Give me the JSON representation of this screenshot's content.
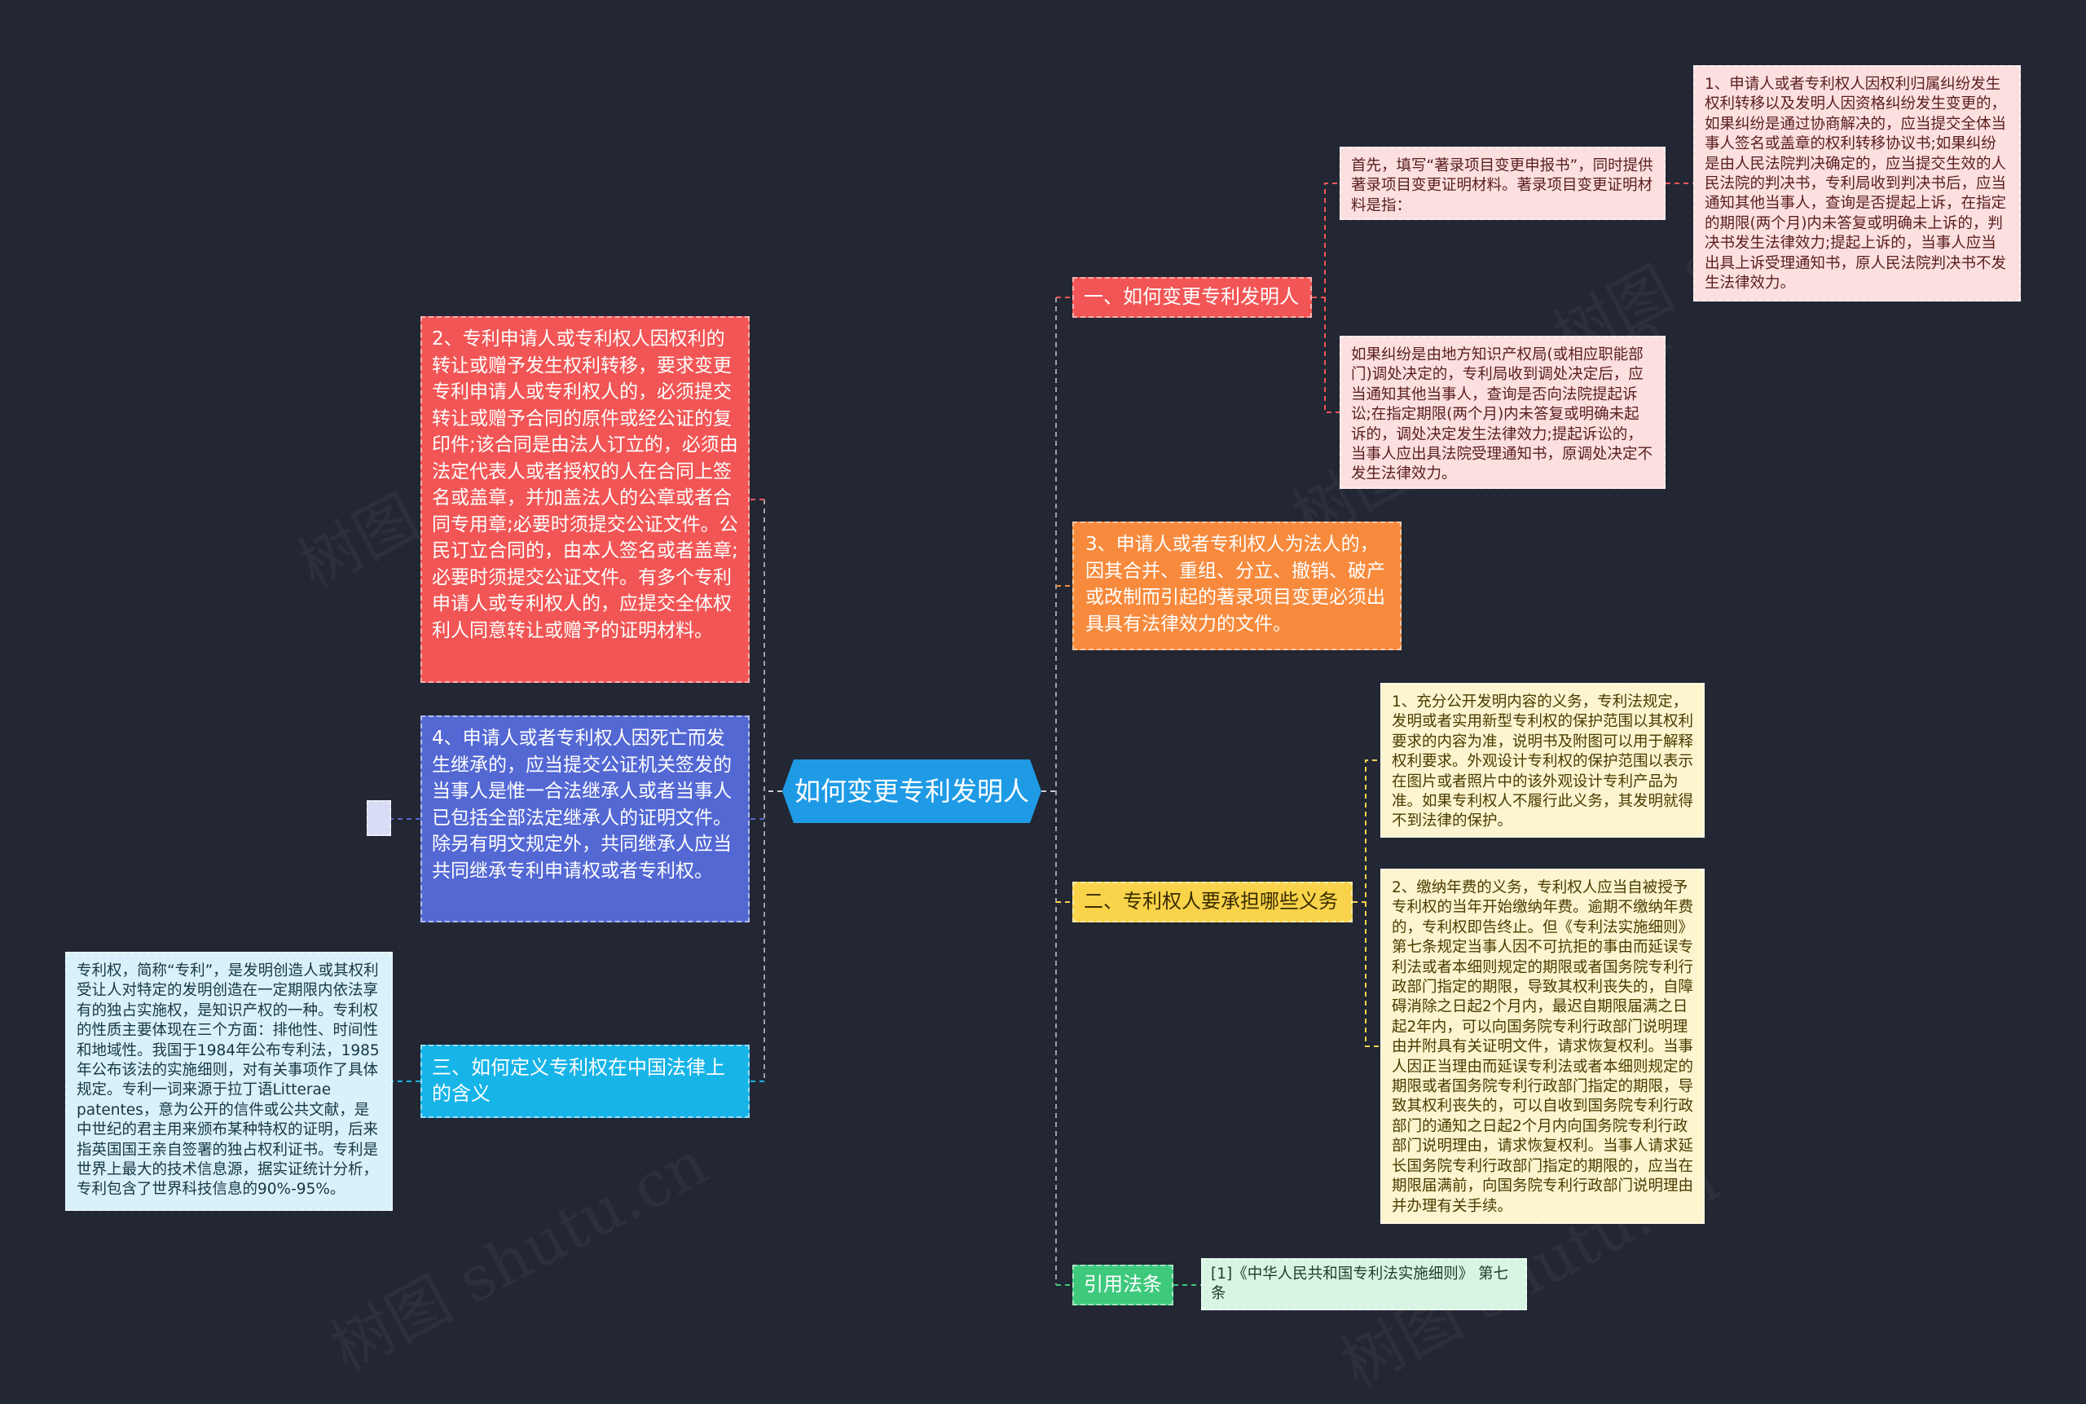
{
  "center": {
    "title": "如何变更专利发明人"
  },
  "right": {
    "b1": {
      "label": "一、如何变更专利发明人",
      "c1": "首先，填写“著录项目变更申报书”，同时提供著录项目变更证明材料。著录项目变更证明材料是指：",
      "c1_detail": "1、申请人或者专利权人因权利归属纠纷发生权利转移以及发明人因资格纠纷发生变更的，如果纠纷是通过协商解决的，应当提交全体当事人签名或盖章的权利转移协议书;如果纠纷是由人民法院判决确定的，应当提交生效的人民法院的判决书，专利局收到判决书后，应当通知其他当事人，查询是否提起上诉，在指定的期限(两个月)内未答复或明确未上诉的，判决书发生法律效力;提起上诉的，当事人应当出具上诉受理通知书，原人民法院判决书不发生法律效力。",
      "c2": "如果纠纷是由地方知识产权局(或相应职能部门)调处决定的，专利局收到调处决定后，应当通知其他当事人，查询是否向法院提起诉讼;在指定期限(两个月)内未答复或明确未起诉的，调处决定发生法律效力;提起诉讼的，当事人应出具法院受理通知书，原调处决定不发生法律效力。"
    },
    "b3": {
      "label": "3、申请人或者专利权人为法人的，因其合并、重组、分立、撤销、破产或改制而引起的著录项目变更必须出具具有法律效力的文件。"
    },
    "b2": {
      "label": "二、专利权人要承担哪些义务",
      "c1": "1、充分公开发明内容的义务，专利法规定，发明或者实用新型专利权的保护范围以其权利要求的内容为准，说明书及附图可以用于解释权利要求。外观设计专利权的保护范围以表示在图片或者照片中的该外观设计专利产品为准。如果专利权人不履行此义务，其发明就得不到法律的保护。",
      "c2": "2、缴纳年费的义务，专利权人应当自被授予专利权的当年开始缴纳年费。逾期不缴纳年费的，专利权即告终止。但《专利法实施细则》第七条规定当事人因不可抗拒的事由而延误专利法或者本细则规定的期限或者国务院专利行政部门指定的期限，导致其权利丧失的，自障碍消除之日起2个月内，最迟自期限届满之日起2年内，可以向国务院专利行政部门说明理由并附具有关证明文件，请求恢复权利。当事人因正当理由而延误专利法或者本细则规定的期限或者国务院专利行政部门指定的期限，导致其权利丧失的，可以自收到国务院专利行政部门的通知之日起2个月内向国务院专利行政部门说明理由，请求恢复权利。当事人请求延长国务院专利行政部门指定的期限的，应当在期限届满前，向国务院专利行政部门说明理由并办理有关手续。"
    },
    "b4": {
      "label": "引用法条",
      "c1": "[1]《中华人民共和国专利法实施细则》 第七条"
    }
  },
  "left": {
    "a1": {
      "label": "2、专利申请人或专利权人因权利的转让或赠予发生权利转移，要求变更专利申请人或专利权人的，必须提交转让或赠予合同的原件或经公证的复印件;该合同是由法人订立的，必须由法定代表人或者授权的人在合同上签名或盖章，并加盖法人的公章或者合同专用章;必要时须提交公证文件。公民订立合同的，由本人签名或者盖章;必要时须提交公证文件。有多个专利申请人或专利权人的，应提交全体权利人同意转让或赠予的证明材料。"
    },
    "a2": {
      "label": "4、申请人或者专利权人因死亡而发生继承的，应当提交公证机关签发的当事人是惟一合法继承人或者当事人已包括全部法定继承人的证明文件。除另有明文规定外，共同继承人应当共同继承专利申请权或者专利权。",
      "child": ""
    },
    "a3": {
      "label": "三、如何定义专利权在中国法律上的含义",
      "child": "专利权，简称“专利”，是发明创造人或其权利受让人对特定的发明创造在一定期限内依法享有的独占实施权，是知识产权的一种。专利权的性质主要体现在三个方面：排他性、时间性和地域性。我国于1984年公布专利法，1985年公布该法的实施细则，对有关事项作了具体规定。专利一词来源于拉丁语Litterae patentes，意为公开的信件或公共文献，是中世纪的君主用来颁布某种特权的证明，后来指英国国王亲自签署的独占权利证书。专利是世界上最大的技术信息源，据实证统计分析，专利包含了世界科技信息的90%-95%。"
    }
  },
  "watermarks": [
    "树图 shutu.cn",
    "树图 shutu.cn",
    "树图 shutu.cn",
    "树图 shutu.cn",
    "树图 shutu.cn"
  ],
  "colors": {
    "background": "#232734",
    "center": "#1f9be6",
    "red": "#f25555",
    "pink_light": "#fcdfdf",
    "orange": "#f78a3c",
    "yellow": "#f9d349",
    "yellow_light": "#fcf5cf",
    "green": "#3ec97c",
    "green_light": "#d8f5e4",
    "blue": "#5468d4",
    "cyan": "#17b4e8",
    "cyan_light": "#d8f1fb"
  }
}
